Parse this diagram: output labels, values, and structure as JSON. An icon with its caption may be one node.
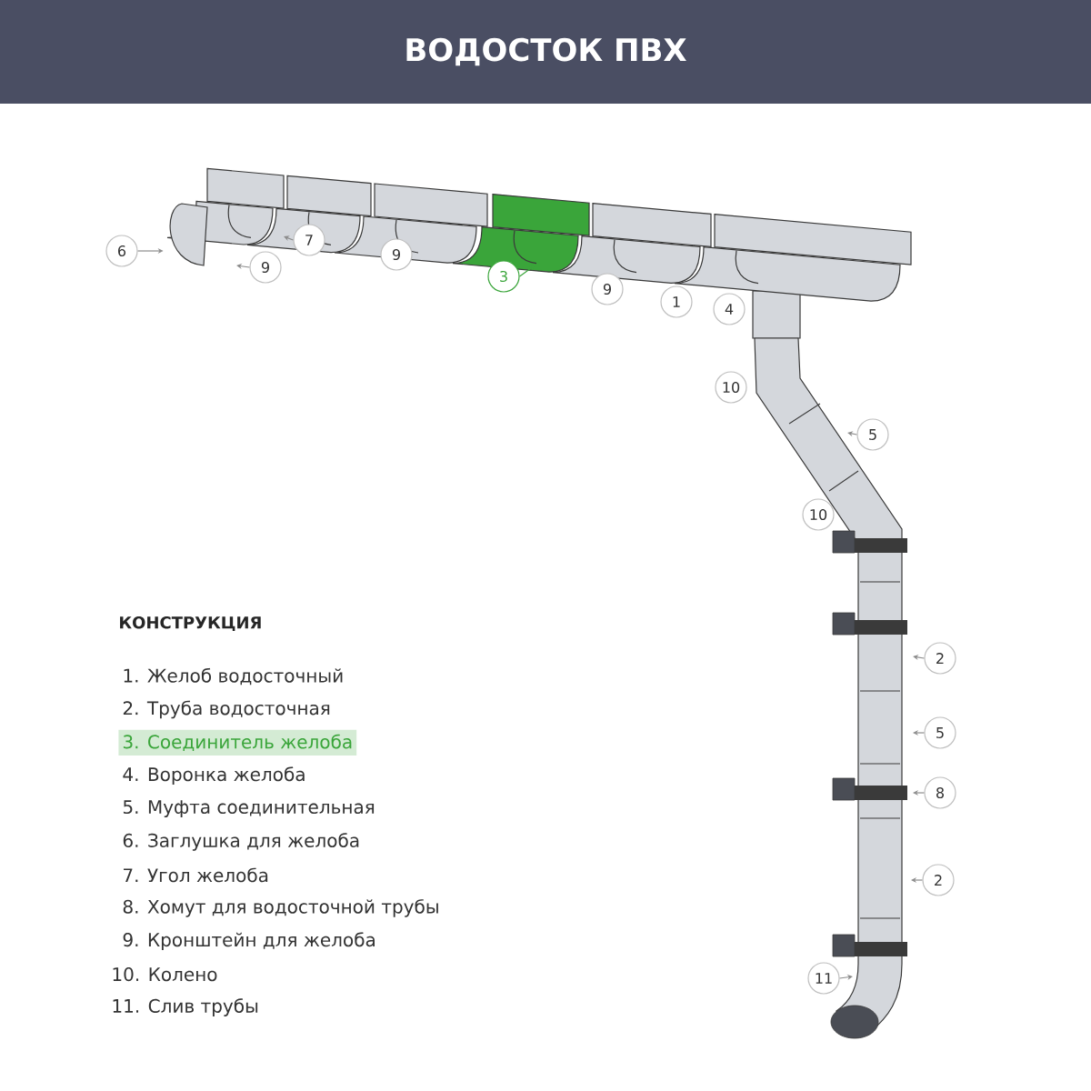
{
  "diagram": {
    "title": "ВОДОСТОК ПВХ",
    "nodes": [
      {
        "text": [
          "6"
        ]
      },
      {
        "text": [
          "7"
        ]
      },
      {
        "text": [
          "9"
        ]
      },
      {
        "text": [
          "9"
        ]
      },
      {
        "text": [
          "3"
        ]
      },
      {
        "text": [
          "9"
        ]
      },
      {
        "text": [
          "1"
        ]
      },
      {
        "text": [
          "4"
        ]
      },
      {
        "text": [
          "10"
        ]
      },
      {
        "text": [
          "5"
        ]
      },
      {
        "text": [
          "10"
        ]
      },
      {
        "text": [
          "2"
        ]
      },
      {
        "text": [
          "5"
        ]
      },
      {
        "text": [
          "8"
        ]
      },
      {
        "text": [
          "2"
        ]
      },
      {
        "text": [
          "11"
        ]
      },
      {
        "text": [],
        "shape": "box"
      }
    ],
    "edges": [
      {
        "from": 0,
        "to": 16,
        "arrow": "to"
      },
      {
        "from": 1,
        "to": null,
        "arrow": "to"
      },
      {
        "from": 2,
        "to": null,
        "arrow": "to"
      },
      {
        "from": 4,
        "to": null,
        "arrow": "to",
        "color": "#3aa53a"
      },
      {
        "from": 9,
        "to": null,
        "arrow": "to"
      },
      {
        "from": 11,
        "to": null,
        "arrow": "to"
      },
      {
        "from": 12,
        "to": null,
        "arrow": "to"
      },
      {
        "from": 13,
        "to": null,
        "arrow": "to"
      },
      {
        "from": 14,
        "to": null,
        "arrow": "to"
      },
      {
        "from": 15,
        "to": null,
        "arrow": "to"
      }
    ],
    "labels": [
      "КОНСТРУКЦИЯ",
      "1. Желоб водосточный",
      "2. Труба водосточная",
      "3. Соединитель желоба",
      "4. Воронка желоба",
      "5. Муфта соединительная",
      "6. Заглушка для желоба",
      "7. Угол желоба",
      "8. Хомут для водосточной трубы",
      "9. Кронштейн для желоба",
      "10. Колено",
      "11. Слив трубы"
    ]
  }
}
